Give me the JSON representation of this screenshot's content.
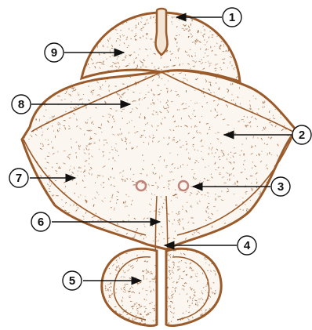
{
  "diagram": {
    "colors": {
      "outline": "#9a5a2a",
      "stipple": "#8a4a1e",
      "fill": "#fbf6ef",
      "hole": "#c0837a",
      "arrow": "#111111"
    },
    "callouts": [
      {
        "number": "1"
      },
      {
        "number": "2"
      },
      {
        "number": "3"
      },
      {
        "number": "4"
      },
      {
        "number": "5"
      },
      {
        "number": "6"
      },
      {
        "number": "7"
      },
      {
        "number": "8"
      },
      {
        "number": "9"
      }
    ]
  }
}
